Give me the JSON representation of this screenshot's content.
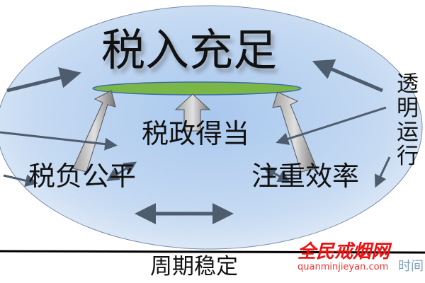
{
  "diagram": {
    "top_goal": "税入充足",
    "center_node": "税政得当",
    "left_node": "税负公平",
    "right_node": "注重效率",
    "side_label": "透明运行",
    "baseline_label": "周期稳定"
  },
  "watermark": {
    "title": "全民戒烟网",
    "url": "quanminjieyan.com",
    "extra": "时间"
  },
  "colors": {
    "ellipse_fill": "#c4d8f0",
    "disc": "#7ab648",
    "arrow": "#4e5d6e"
  }
}
